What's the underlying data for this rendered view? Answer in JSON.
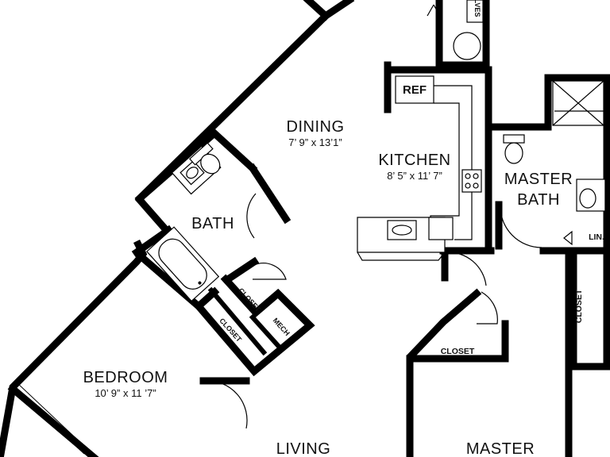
{
  "rooms": {
    "dining": {
      "name": "DINING",
      "dims": "7’ 9” x 13’1”"
    },
    "kitchen": {
      "name": "KITCHEN",
      "dims": "8’ 5” x 11’ 7”"
    },
    "bath": {
      "name": "BATH"
    },
    "master_bath": {
      "name_line1": "MASTER",
      "name_line2": "BATH"
    },
    "bedroom": {
      "name": "BEDROOM",
      "dims": "10’ 9” x 11 ’7”"
    },
    "living": {
      "name": "LIVING"
    },
    "master": {
      "name": "MASTER"
    }
  },
  "labels": {
    "ref": "REF",
    "closet_bath": "CLOSET",
    "closet_bedroom": "CLOSET",
    "mech": "MECH",
    "closet_master": "CLOSET",
    "closet_right": "CLOSET",
    "linen": "LIN.",
    "valves": "LVES"
  }
}
